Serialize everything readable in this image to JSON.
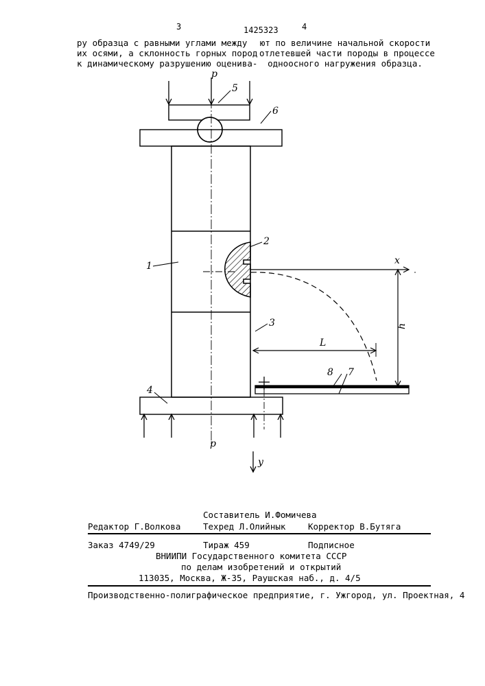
{
  "header": {
    "page_left": "3",
    "page_right": "4",
    "patent_number": "1425323"
  },
  "text": {
    "left_column": [
      "ру образца с равными углами между",
      "их осями, а склонность горных пород",
      "к динамическому разрушению оценива-"
    ],
    "right_column": [
      "ют по величине начальной скорости",
      "отлетевшей части породы в процессе",
      "одноосного нагружения образца."
    ]
  },
  "figure": {
    "labels": {
      "p_top": "p",
      "p_bottom": "p",
      "n1": "1",
      "n2": "2",
      "n3": "3",
      "n4": "4",
      "n5": "5",
      "n6": "6",
      "n7": "7",
      "n8": "8",
      "x": "x",
      "y": "y",
      "L": "L",
      "h": "h"
    }
  },
  "footer": {
    "composer": "Составитель И.Фомичева",
    "editor": "Редактор Г.Волкова",
    "techred": "Техред Л.Олийнык",
    "corrector": "Корректор В.Бутяга",
    "order": "Заказ 4749/29",
    "circulation": "Тираж 459",
    "subscription": "Подписное",
    "org_line1": "ВНИИПИ Государственного комитета СССР",
    "org_line2": "по делам изобретений и открытий",
    "org_line3": "113035, Москва, Ж-35, Раушская наб., д. 4/5",
    "printer": "Производственно-полиграфическое предприятие, г. Ужгород, ул. Проектная, 4"
  }
}
